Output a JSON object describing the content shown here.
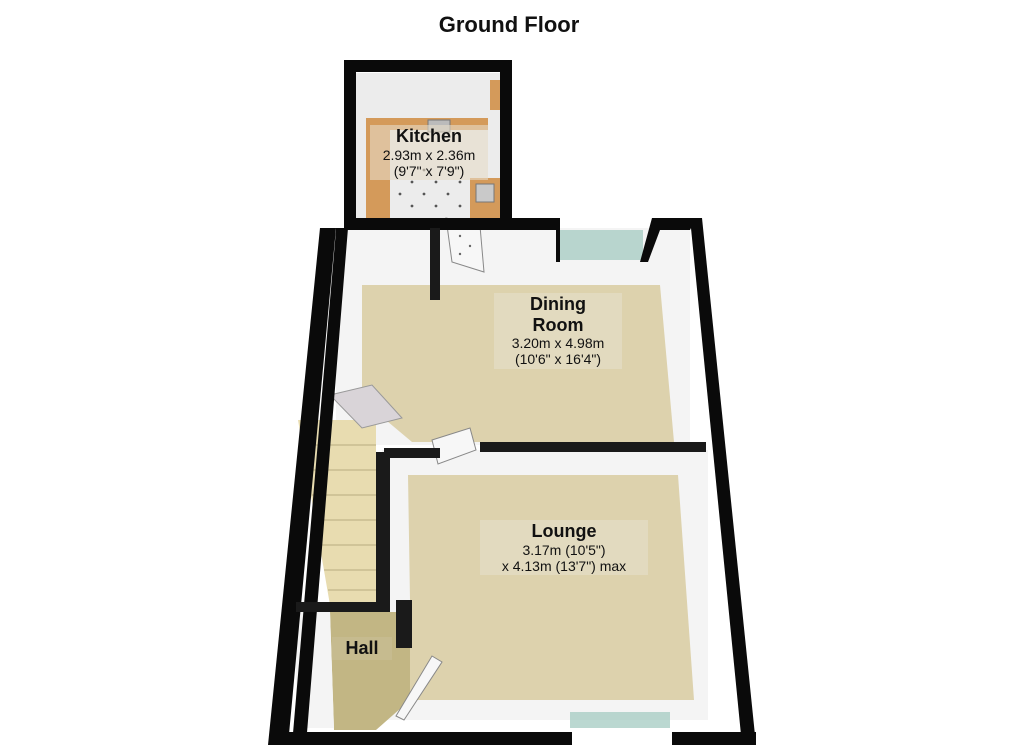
{
  "floor_title": "Ground Floor",
  "rooms": {
    "kitchen": {
      "name": "Kitchen",
      "metric": "2.93m x 2.36m",
      "imperial": "(9'7\" x 7'9\")"
    },
    "dining": {
      "name_line1": "Dining",
      "name_line2": "Room",
      "metric": "3.20m x 4.98m",
      "imperial": "(10'6\" x 16'4\")"
    },
    "lounge": {
      "name": "Lounge",
      "line1": "3.17m (10'5\")",
      "line2": "x 4.13m (13'7\") max"
    },
    "hall": {
      "name": "Hall"
    }
  },
  "colors": {
    "wall": "#0a0a0a",
    "wall_face": "#f4f4f4",
    "carpet": "#ddd2ad",
    "kitchen_counter": "#d49a5a",
    "kitchen_floor": "#ececec",
    "hall_floor": "#c2b684",
    "stairs": "#e8dcb0",
    "window": "#9ec7bd"
  }
}
